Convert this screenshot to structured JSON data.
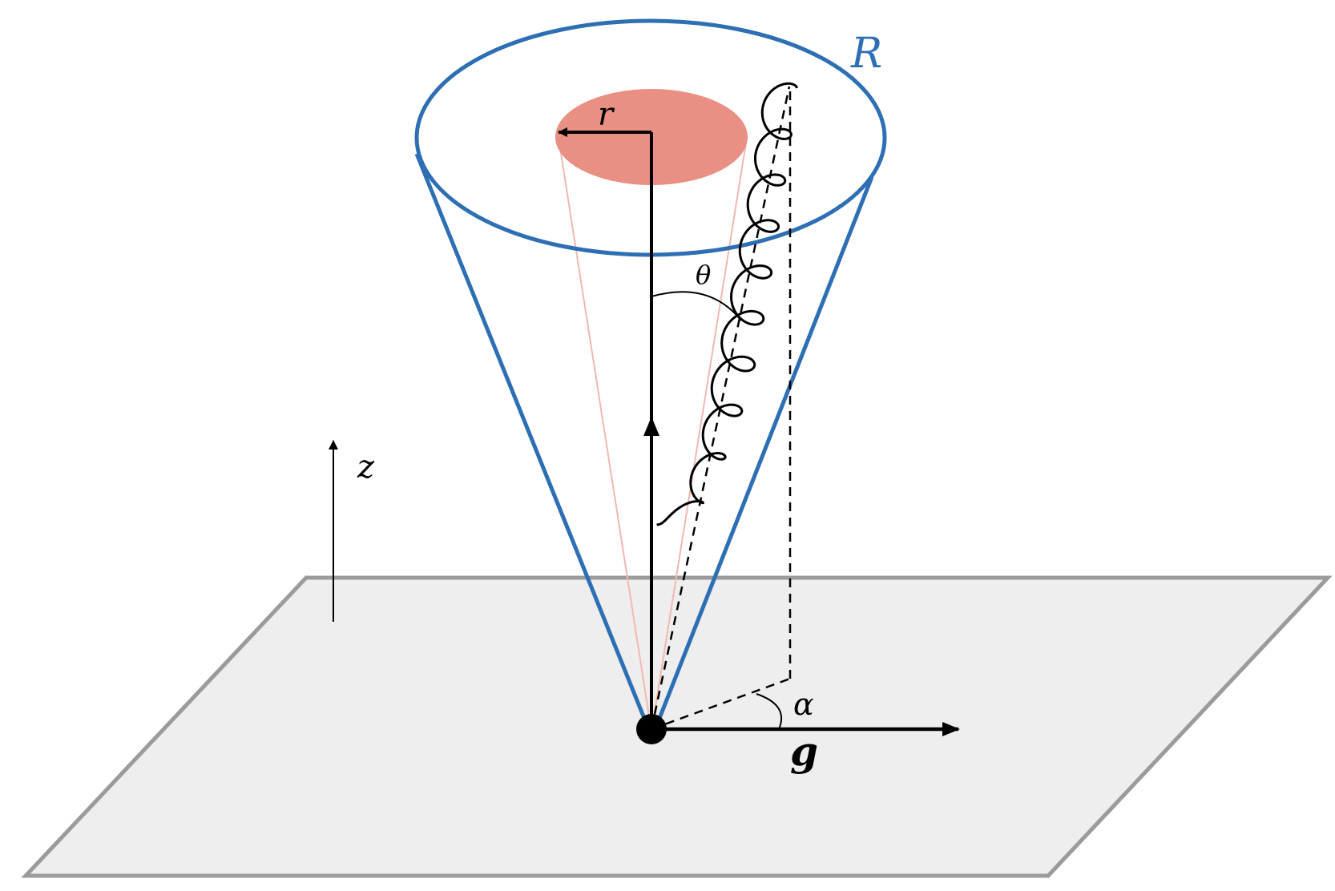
{
  "labels": {
    "R": "R",
    "r": "r",
    "theta": "θ",
    "z": "z",
    "alpha": "α",
    "g": "g"
  },
  "colors": {
    "cone": "#2e6fb4",
    "disk": "#e98f84",
    "disk_edge": "#f2b8b1",
    "plane_fill": "#eeeeee",
    "plane_edge": "#9b9b9b",
    "ink": "#000000"
  }
}
